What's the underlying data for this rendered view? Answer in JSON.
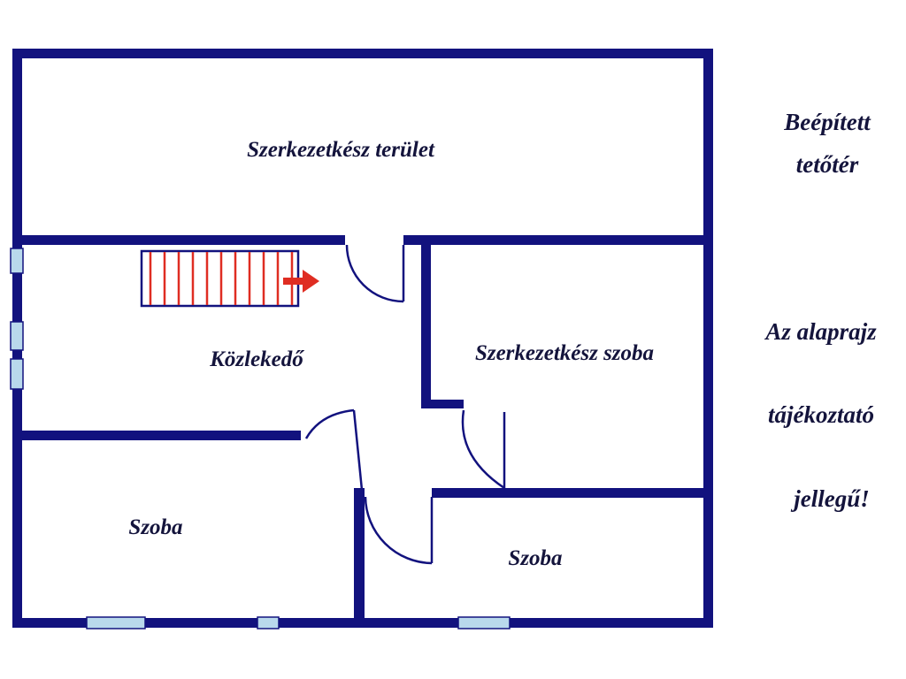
{
  "colors": {
    "wall": "#12127e",
    "window": "#b9d9ec",
    "stairs": "#df2d22",
    "text": "#14143c"
  },
  "rooms": {
    "top_area": "Szerkezetkész terület",
    "hallway": "Közlekedő",
    "mid_right_room": "Szerkezetkész szoba",
    "bottom_left_room": "Szoba",
    "bottom_right_room": "Szoba"
  },
  "annotations": {
    "attic_line1": "Beépített",
    "attic_line2": "tetőtér",
    "note_line1": "Az alaprajz",
    "note_line2": "tájékoztató",
    "note_line3": "jellegű!"
  }
}
